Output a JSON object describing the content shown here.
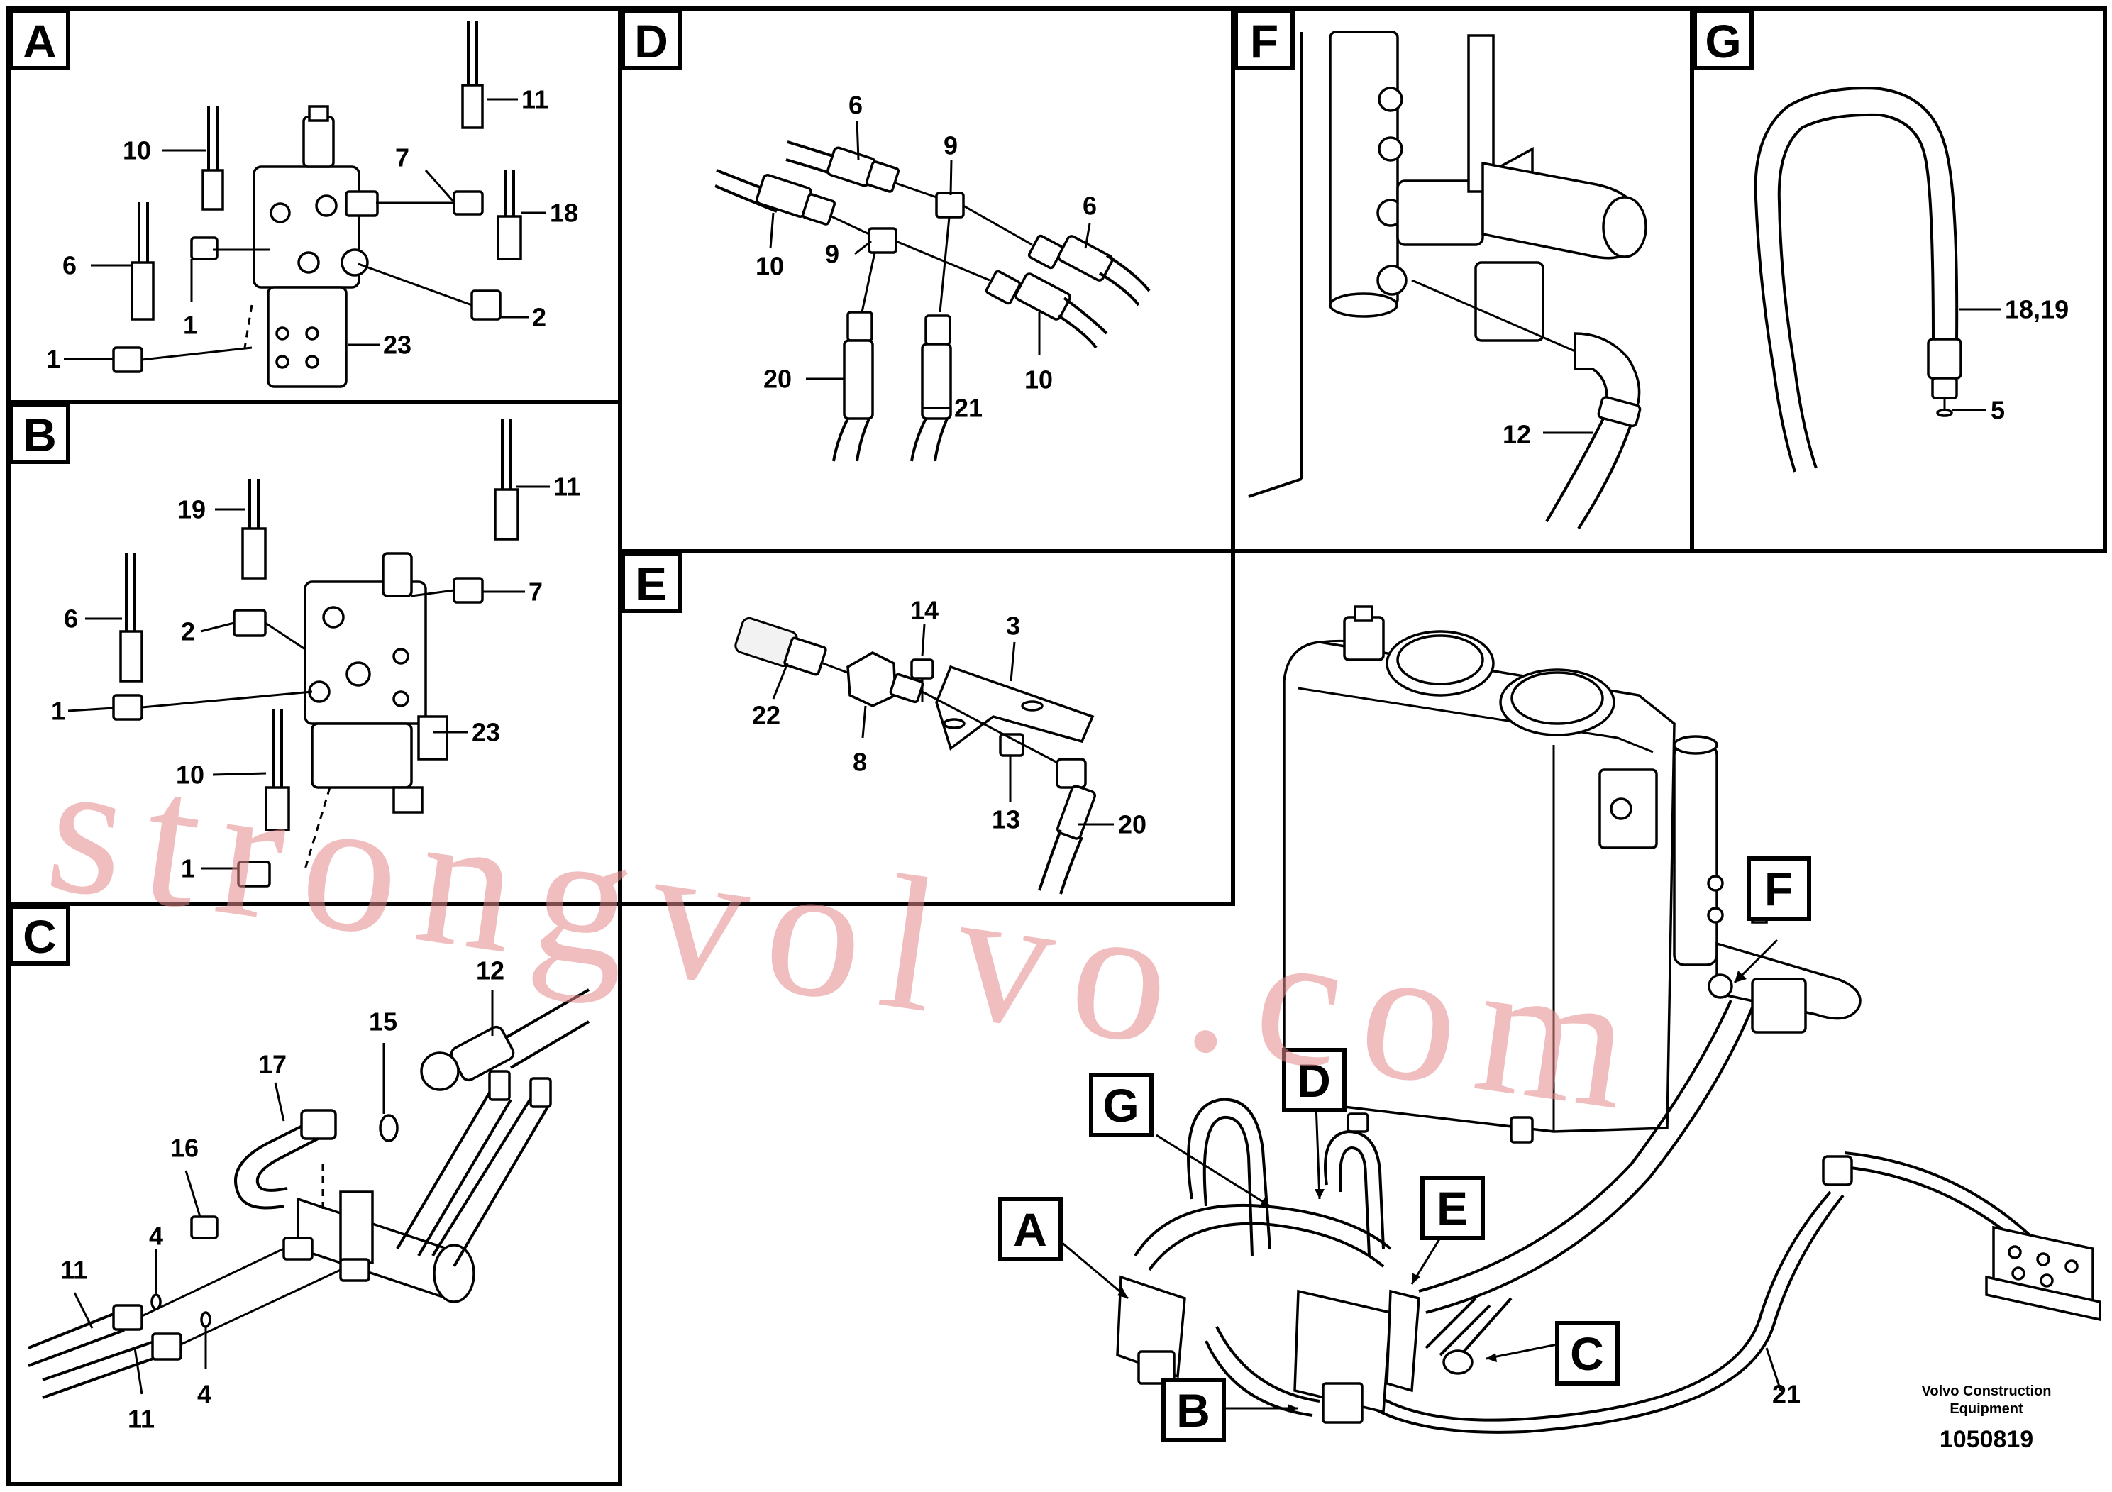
{
  "panels": {
    "A": {
      "letter": "A",
      "callouts": [
        "11",
        "10",
        "7",
        "18",
        "6",
        "1",
        "2",
        "1",
        "23"
      ]
    },
    "B": {
      "letter": "B",
      "callouts": [
        "19",
        "11",
        "7",
        "6",
        "2",
        "1",
        "23",
        "10",
        "1"
      ]
    },
    "C": {
      "letter": "C",
      "callouts": [
        "12",
        "15",
        "17",
        "16",
        "4",
        "11",
        "11",
        "4"
      ]
    },
    "D": {
      "letter": "D",
      "callouts": [
        "6",
        "9",
        "6",
        "10",
        "9",
        "20",
        "10",
        "21"
      ]
    },
    "E": {
      "letter": "E",
      "callouts": [
        "14",
        "3",
        "22",
        "8",
        "13",
        "20"
      ]
    },
    "F": {
      "letter": "F",
      "callouts": [
        "12"
      ]
    },
    "G": {
      "letter": "G",
      "callouts": [
        "18,19",
        "5"
      ]
    }
  },
  "overview": {
    "labels": [
      "F",
      "G",
      "D",
      "A",
      "E",
      "C",
      "B"
    ],
    "callouts": [
      "21"
    ]
  },
  "credit": {
    "line1": "Volvo Construction",
    "line2": "Equipment"
  },
  "doc_number": "1050819",
  "watermark": "strongvolvo.com"
}
